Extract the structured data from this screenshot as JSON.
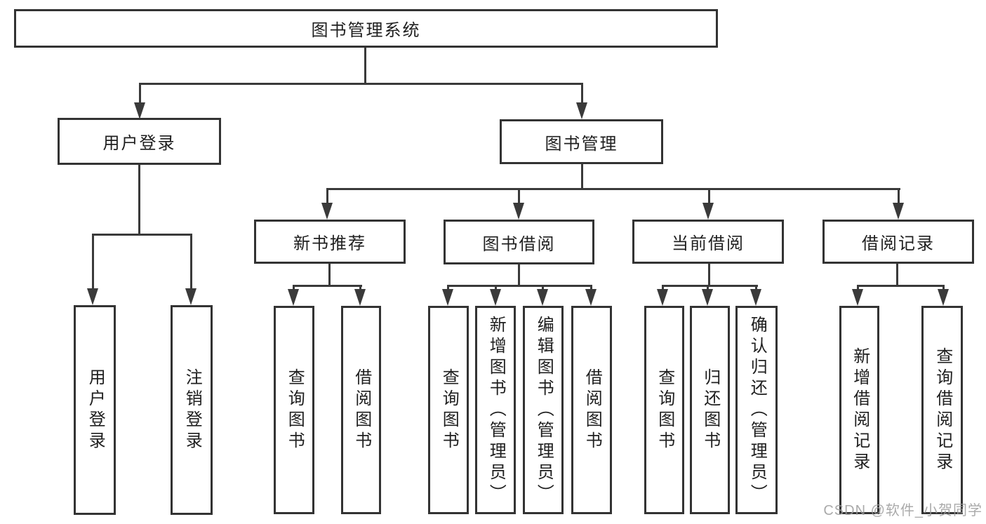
{
  "diagram_title": "图书管理系统",
  "tree": {
    "root": {
      "label": "图书管理系统",
      "children": [
        {
          "label": "用户登录",
          "children": [
            {
              "label": "用户登录"
            },
            {
              "label": "注销登录"
            }
          ]
        },
        {
          "label": "图书管理",
          "children": [
            {
              "label": "新书推荐",
              "children": [
                {
                  "label": "查询图书"
                },
                {
                  "label": "借阅图书"
                }
              ]
            },
            {
              "label": "图书借阅",
              "children": [
                {
                  "label": "查询图书"
                },
                {
                  "label": "新增图书（管理员）"
                },
                {
                  "label": "编辑图书（管理员）"
                },
                {
                  "label": "借阅图书"
                }
              ]
            },
            {
              "label": "当前借阅",
              "children": [
                {
                  "label": "查询图书"
                },
                {
                  "label": "归还图书"
                },
                {
                  "label": "确认归还（管理员）"
                }
              ]
            },
            {
              "label": "借阅记录",
              "children": [
                {
                  "label": "新增借阅记录"
                },
                {
                  "label": "查询借阅记录"
                }
              ]
            }
          ]
        }
      ]
    }
  },
  "watermark": {
    "text": "CSDN @软件_小贺同学"
  },
  "colors": {
    "background": "#ffffff",
    "box_border": "#333333",
    "connector_line": "#3a3a3a",
    "text": "#1f1f1f",
    "watermark_text": "#9b9b9b"
  }
}
